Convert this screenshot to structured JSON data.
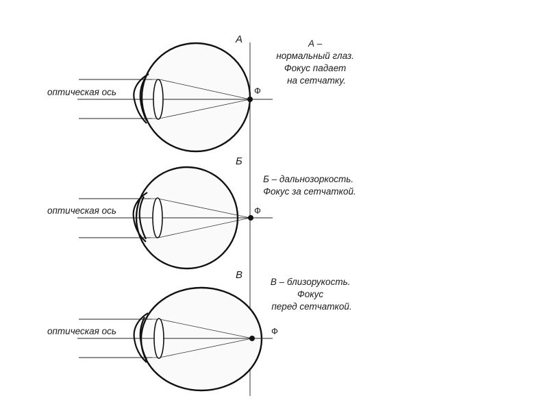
{
  "panels": [
    {
      "id": "A",
      "letter": "А",
      "axis_label": "оптическая ось",
      "focus_label": "Ф",
      "caption": [
        "А –",
        "нормальный глаз.",
        "Фокус падает",
        "на сетчатку."
      ]
    },
    {
      "id": "B",
      "letter": "Б",
      "axis_label": "оптическая ось",
      "focus_label": "Ф",
      "caption": [
        "Б – дальнозоркость.",
        "Фокус за сетчаткой."
      ]
    },
    {
      "id": "V",
      "letter": "В",
      "axis_label": "оптическая ось",
      "focus_label": "Ф",
      "caption": [
        "В – близорукость.",
        "Фокус",
        "перед сетчаткой."
      ]
    }
  ],
  "colors": {
    "ink": "#111111",
    "background": "#ffffff",
    "eye_fill": "#fafafa"
  }
}
